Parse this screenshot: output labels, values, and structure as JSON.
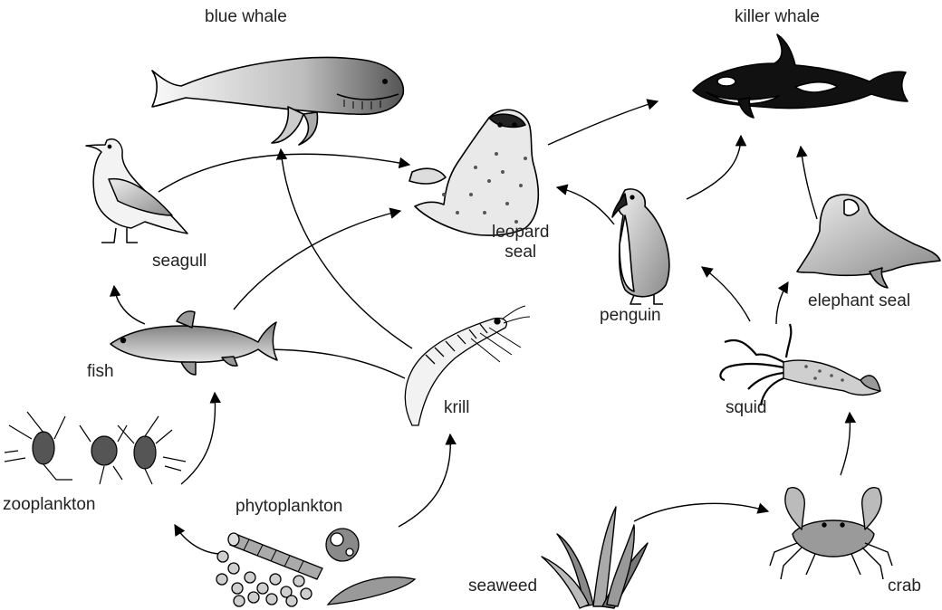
{
  "organisms": {
    "blue_whale": "blue whale",
    "killer_whale": "killer whale",
    "seagull": "seagull",
    "leopard_seal_line1": "leopard",
    "leopard_seal_line2": "seal",
    "penguin": "penguin",
    "elephant_seal": "elephant seal",
    "fish": "fish",
    "krill": "krill",
    "squid": "squid",
    "zooplankton": "zooplankton",
    "phytoplankton": "phytoplankton",
    "seaweed": "seaweed",
    "crab": "crab"
  },
  "links": [
    {
      "from": "seagull",
      "to": "leopard seal"
    },
    {
      "from": "fish",
      "to": "leopard seal"
    },
    {
      "from": "fish",
      "to": "seagull"
    },
    {
      "from": "krill",
      "to": "blue whale"
    },
    {
      "from": "krill",
      "to": "fish"
    },
    {
      "from": "zooplankton",
      "to": "fish"
    },
    {
      "from": "phytoplankton",
      "to": "zooplankton"
    },
    {
      "from": "phytoplankton",
      "to": "krill"
    },
    {
      "from": "leopard seal",
      "to": "killer whale"
    },
    {
      "from": "penguin",
      "to": "leopard seal"
    },
    {
      "from": "penguin",
      "to": "killer whale"
    },
    {
      "from": "elephant seal",
      "to": "killer whale"
    },
    {
      "from": "squid",
      "to": "penguin"
    },
    {
      "from": "squid",
      "to": "elephant seal"
    },
    {
      "from": "crab",
      "to": "squid"
    },
    {
      "from": "seaweed",
      "to": "crab"
    }
  ]
}
